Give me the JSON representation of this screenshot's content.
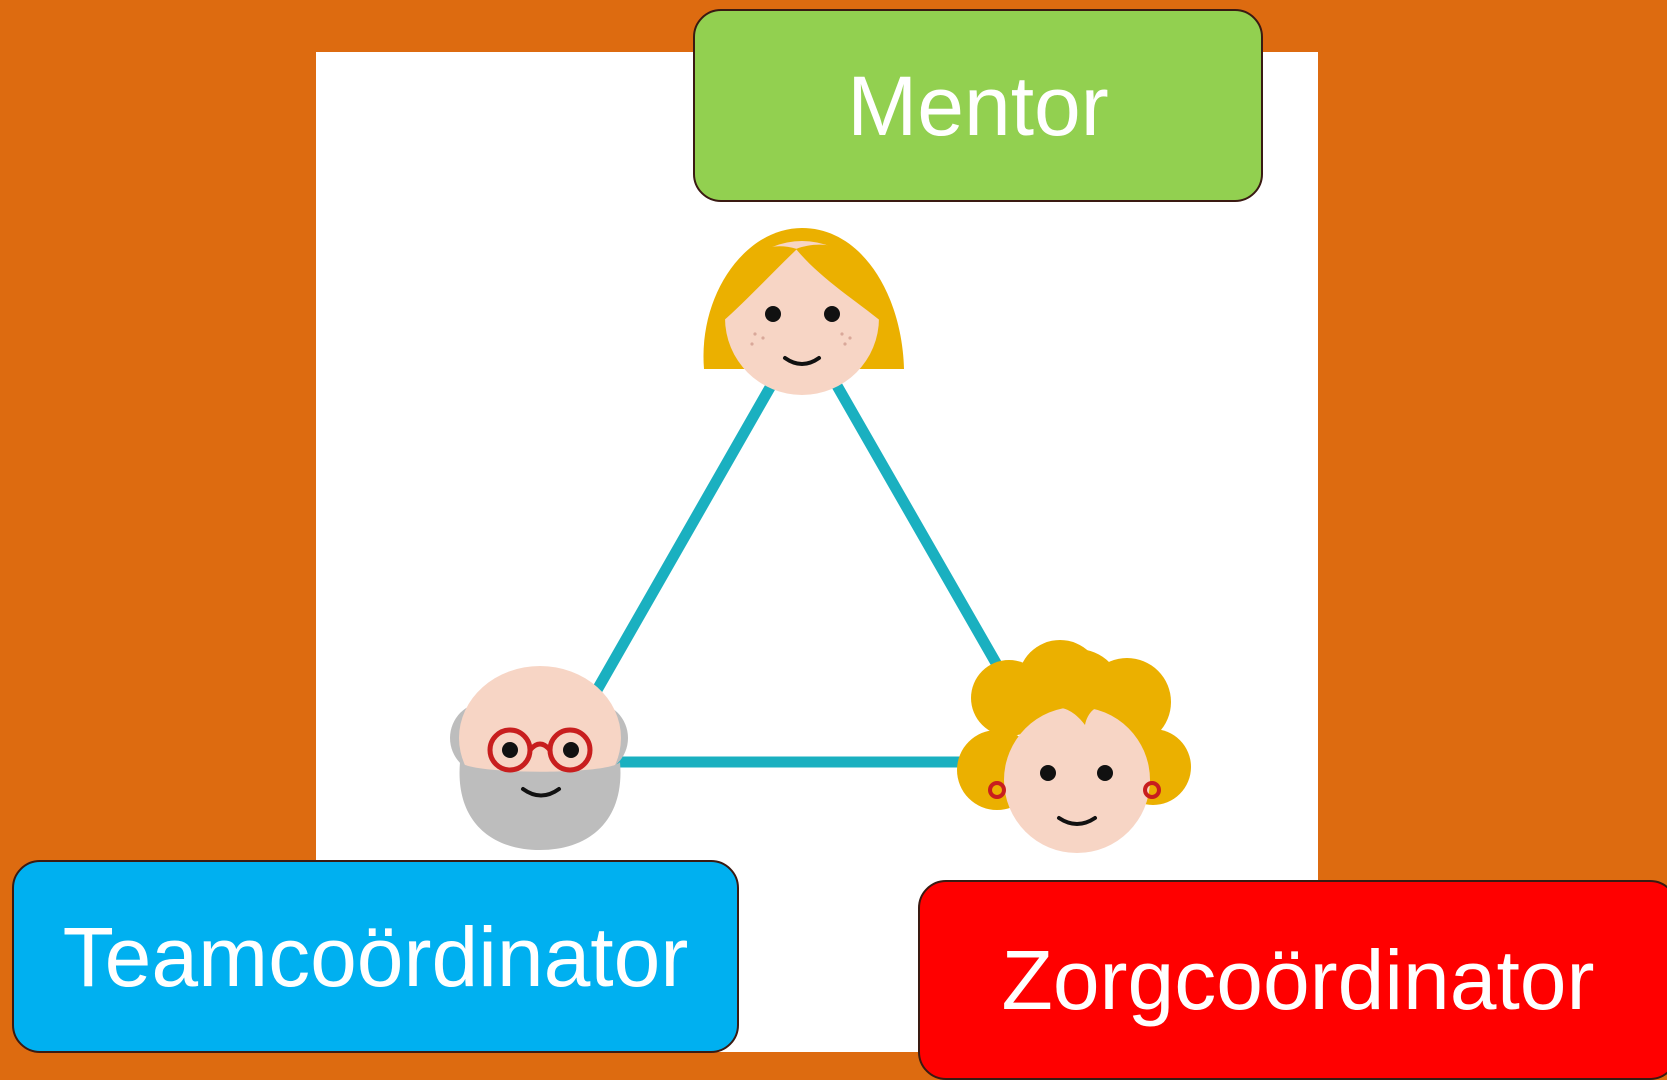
{
  "roles": {
    "mentor": {
      "label": "Mentor",
      "color": "#92D050"
    },
    "teamcoordinator": {
      "label": "Teamcoördinator",
      "color": "#00B0F0"
    },
    "zorgcoordinator": {
      "label": "Zorgcoördinator",
      "color": "#FF0000"
    }
  },
  "colors": {
    "background": "#DD6B10",
    "panel": "#FFFFFF",
    "connector": "#1AB0C0",
    "skin": "#F7D5C5",
    "blonde_hair": "#EBB000",
    "grey_hair": "#BDBDBD",
    "glasses": "#C81E1E"
  },
  "icons": {
    "mentor": "young-woman-avatar-icon",
    "teamcoordinator": "bearded-man-with-glasses-avatar-icon",
    "zorgcoordinator": "curly-haired-woman-avatar-icon"
  }
}
